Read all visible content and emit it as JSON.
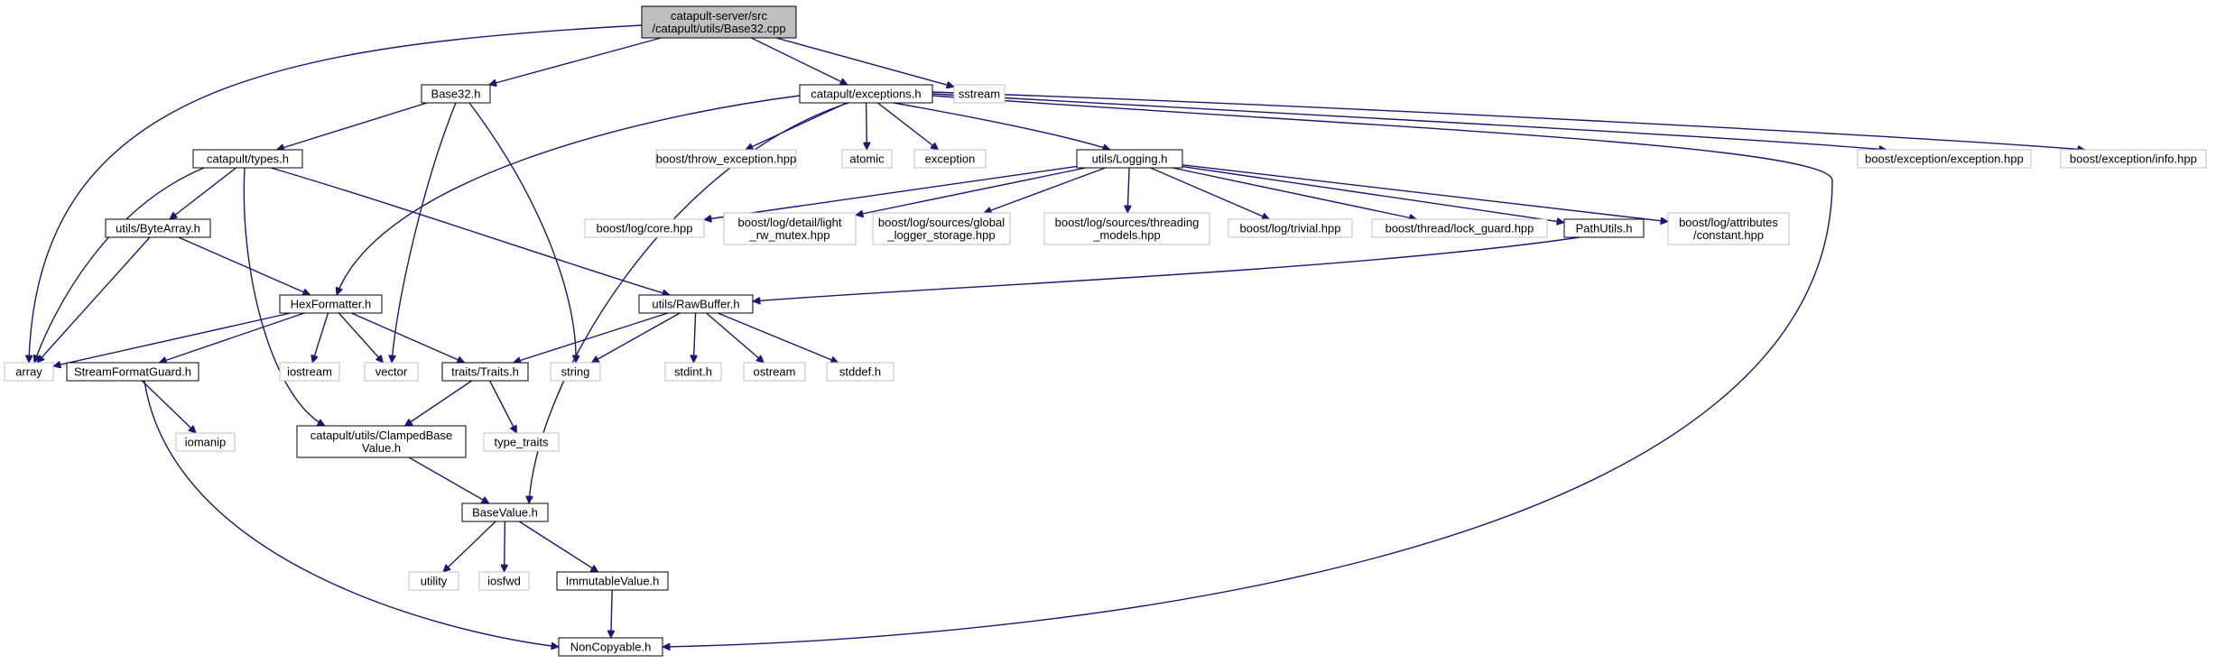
{
  "diagram": {
    "colors": {
      "edge": "#191970",
      "root_fill": "#bfbfbf",
      "node_border": "#000000",
      "external_border": "#bfbfbf",
      "text": "#000000"
    },
    "nodes": [
      {
        "id": "root",
        "kind": "root",
        "lines": [
          "catapult-server/src",
          "/catapult/utils/Base32.cpp"
        ]
      },
      {
        "id": "base32",
        "kind": "internal",
        "lines": [
          "Base32.h"
        ]
      },
      {
        "id": "exceptions",
        "kind": "internal",
        "lines": [
          "catapult/exceptions.h"
        ]
      },
      {
        "id": "sstream",
        "kind": "external",
        "lines": [
          "sstream"
        ]
      },
      {
        "id": "types",
        "kind": "internal",
        "lines": [
          "catapult/types.h"
        ]
      },
      {
        "id": "throw_exception",
        "kind": "external",
        "lines": [
          "boost/throw_exception.hpp"
        ]
      },
      {
        "id": "atomic",
        "kind": "external",
        "lines": [
          "atomic"
        ]
      },
      {
        "id": "exception",
        "kind": "external",
        "lines": [
          "exception"
        ]
      },
      {
        "id": "logging",
        "kind": "internal",
        "lines": [
          "utils/Logging.h"
        ]
      },
      {
        "id": "boost_exception",
        "kind": "external",
        "lines": [
          "boost/exception/exception.hpp"
        ]
      },
      {
        "id": "boost_info",
        "kind": "external",
        "lines": [
          "boost/exception/info.hpp"
        ]
      },
      {
        "id": "bytearray",
        "kind": "internal",
        "lines": [
          "utils/ByteArray.h"
        ]
      },
      {
        "id": "log_core",
        "kind": "external",
        "lines": [
          "boost/log/core.hpp"
        ]
      },
      {
        "id": "light_rw_mutex",
        "kind": "external",
        "lines": [
          "boost/log/detail/light",
          "_rw_mutex.hpp"
        ]
      },
      {
        "id": "global_logger",
        "kind": "external",
        "lines": [
          "boost/log/sources/global",
          "_logger_storage.hpp"
        ]
      },
      {
        "id": "threading_models",
        "kind": "external",
        "lines": [
          "boost/log/sources/threading",
          "_models.hpp"
        ]
      },
      {
        "id": "log_trivial",
        "kind": "external",
        "lines": [
          "boost/log/trivial.hpp"
        ]
      },
      {
        "id": "lock_guard",
        "kind": "external",
        "lines": [
          "boost/thread/lock_guard.hpp"
        ]
      },
      {
        "id": "pathutils",
        "kind": "internal",
        "lines": [
          "PathUtils.h"
        ]
      },
      {
        "id": "attr_constant",
        "kind": "external",
        "lines": [
          "boost/log/attributes",
          "/constant.hpp"
        ]
      },
      {
        "id": "hexformatter",
        "kind": "internal",
        "lines": [
          "HexFormatter.h"
        ]
      },
      {
        "id": "rawbuffer",
        "kind": "internal",
        "lines": [
          "utils/RawBuffer.h"
        ]
      },
      {
        "id": "array",
        "kind": "external",
        "lines": [
          "array"
        ]
      },
      {
        "id": "streamformatguard",
        "kind": "internal",
        "lines": [
          "StreamFormatGuard.h"
        ]
      },
      {
        "id": "iostream",
        "kind": "external",
        "lines": [
          "iostream"
        ]
      },
      {
        "id": "vector",
        "kind": "external",
        "lines": [
          "vector"
        ]
      },
      {
        "id": "traits",
        "kind": "internal",
        "lines": [
          "traits/Traits.h"
        ]
      },
      {
        "id": "string",
        "kind": "external",
        "lines": [
          "string"
        ]
      },
      {
        "id": "stdint",
        "kind": "external",
        "lines": [
          "stdint.h"
        ]
      },
      {
        "id": "ostream",
        "kind": "external",
        "lines": [
          "ostream"
        ]
      },
      {
        "id": "stddef",
        "kind": "external",
        "lines": [
          "stddef.h"
        ]
      },
      {
        "id": "iomanip",
        "kind": "external",
        "lines": [
          "iomanip"
        ]
      },
      {
        "id": "clampedbase",
        "kind": "internal",
        "lines": [
          "catapult/utils/ClampedBase",
          "Value.h"
        ]
      },
      {
        "id": "type_traits",
        "kind": "external",
        "lines": [
          "type_traits"
        ]
      },
      {
        "id": "basevalue",
        "kind": "internal",
        "lines": [
          "BaseValue.h"
        ]
      },
      {
        "id": "utility",
        "kind": "external",
        "lines": [
          "utility"
        ]
      },
      {
        "id": "iosfwd",
        "kind": "external",
        "lines": [
          "iosfwd"
        ]
      },
      {
        "id": "immutablevalue",
        "kind": "internal",
        "lines": [
          "ImmutableValue.h"
        ]
      },
      {
        "id": "noncopyable",
        "kind": "internal",
        "lines": [
          "NonCopyable.h"
        ]
      }
    ],
    "edges": [
      [
        "root",
        "base32"
      ],
      [
        "root",
        "exceptions"
      ],
      [
        "root",
        "sstream"
      ],
      [
        "root",
        "array"
      ],
      [
        "base32",
        "types"
      ],
      [
        "base32",
        "vector"
      ],
      [
        "base32",
        "string"
      ],
      [
        "exceptions",
        "throw_exception"
      ],
      [
        "exceptions",
        "atomic"
      ],
      [
        "exceptions",
        "exception"
      ],
      [
        "exceptions",
        "logging"
      ],
      [
        "exceptions",
        "boost_exception"
      ],
      [
        "exceptions",
        "boost_info"
      ],
      [
        "exceptions",
        "hexformatter"
      ],
      [
        "exceptions",
        "basevalue"
      ],
      [
        "exceptions",
        "noncopyable"
      ],
      [
        "types",
        "bytearray"
      ],
      [
        "types",
        "array"
      ],
      [
        "types",
        "rawbuffer"
      ],
      [
        "types",
        "clampedbase"
      ],
      [
        "bytearray",
        "hexformatter"
      ],
      [
        "bytearray",
        "array"
      ],
      [
        "logging",
        "log_core"
      ],
      [
        "logging",
        "light_rw_mutex"
      ],
      [
        "logging",
        "global_logger"
      ],
      [
        "logging",
        "threading_models"
      ],
      [
        "logging",
        "log_trivial"
      ],
      [
        "logging",
        "lock_guard"
      ],
      [
        "logging",
        "pathutils"
      ],
      [
        "logging",
        "attr_constant"
      ],
      [
        "pathutils",
        "rawbuffer"
      ],
      [
        "hexformatter",
        "array"
      ],
      [
        "hexformatter",
        "streamformatguard"
      ],
      [
        "hexformatter",
        "iostream"
      ],
      [
        "hexformatter",
        "vector"
      ],
      [
        "hexformatter",
        "traits"
      ],
      [
        "rawbuffer",
        "traits"
      ],
      [
        "rawbuffer",
        "string"
      ],
      [
        "rawbuffer",
        "stdint"
      ],
      [
        "rawbuffer",
        "ostream"
      ],
      [
        "rawbuffer",
        "stddef"
      ],
      [
        "streamformatguard",
        "iomanip"
      ],
      [
        "streamformatguard",
        "noncopyable"
      ],
      [
        "traits",
        "clampedbase"
      ],
      [
        "traits",
        "type_traits"
      ],
      [
        "clampedbase",
        "basevalue"
      ],
      [
        "basevalue",
        "utility"
      ],
      [
        "basevalue",
        "iosfwd"
      ],
      [
        "basevalue",
        "immutablevalue"
      ],
      [
        "immutablevalue",
        "noncopyable"
      ]
    ]
  }
}
